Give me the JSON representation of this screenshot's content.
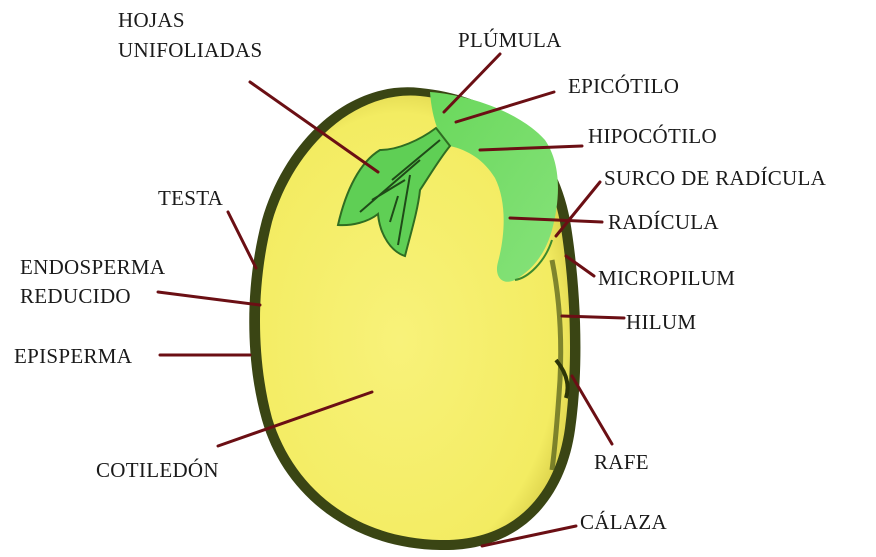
{
  "labels": {
    "hojas_unifoliadas": [
      "HOJAS",
      "UNIFOLIADAS"
    ],
    "plumula": "PLÚMULA",
    "epicotilo": "EPICÓTILO",
    "hipocotilo": "HIPOCÓTILO",
    "surco_radicula": "SURCO DE RADÍCULA",
    "radicula": "RADÍCULA",
    "testa": "TESTA",
    "endosperma_reducido": [
      "ENDOSPERMA",
      "REDUCIDO"
    ],
    "micropilum": "MICROPILUM",
    "hilum": "HILUM",
    "episperma": "EPISPERMA",
    "rafe": "RAFE",
    "cotiledon": "COTILEDÓN",
    "calaza": "CÁLAZA"
  },
  "colors": {
    "cotyledon": "#f5ef6a",
    "embryo": "#77d96a",
    "seed_coat": "#2e3a12",
    "leader_line": "#6b0f14",
    "text": "#1a1a1a"
  }
}
